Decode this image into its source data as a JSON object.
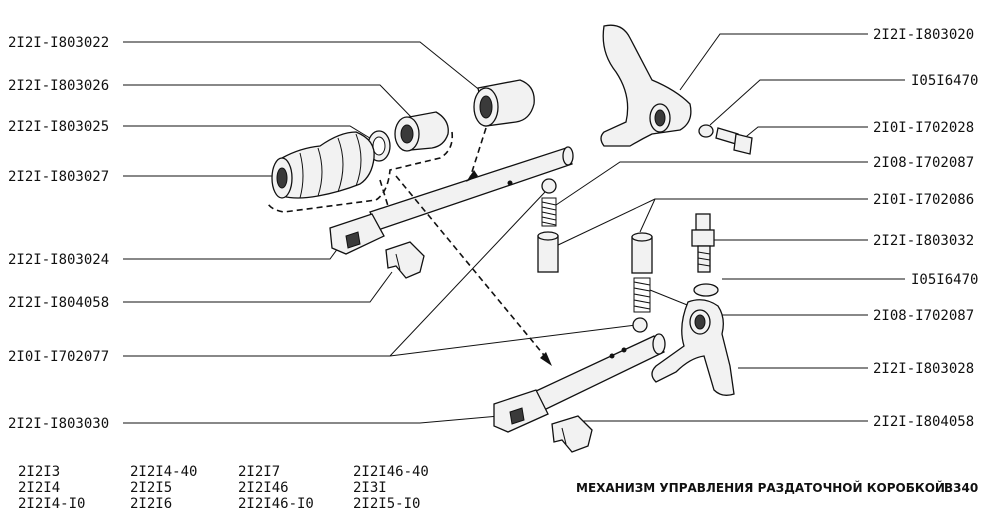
{
  "labels_left": [
    "2I2I-I803022",
    "2I2I-I803026",
    "2I2I-I803025",
    "2I2I-I803027",
    "2I2I-I803024",
    "2I2I-I804058",
    "2I0I-I702077",
    "2I2I-I803030"
  ],
  "labels_right": [
    "2I2I-I803020",
    "I05I6470",
    "2I0I-I702028",
    "2I08-I702087",
    "2I0I-I702086",
    "2I2I-I803032",
    "I05I6470",
    "2I08-I702087",
    "2I2I-I803028",
    "2I2I-I804058"
  ],
  "models": [
    [
      "2I2I3",
      "2I2I4",
      "2I2I4-I0"
    ],
    [
      "2I2I4-40",
      "2I2I5",
      "2I2I6"
    ],
    [
      "2I2I7",
      "2I2I46",
      "2I2I46-I0"
    ],
    [
      "2I2I46-40",
      "2I3I",
      "2I2I5-I0"
    ]
  ],
  "title": "МЕХАНИЗМ УПРАВЛЕНИЯ РАЗДАТОЧНОЙ КОРОБКОЙ",
  "code": "В340"
}
